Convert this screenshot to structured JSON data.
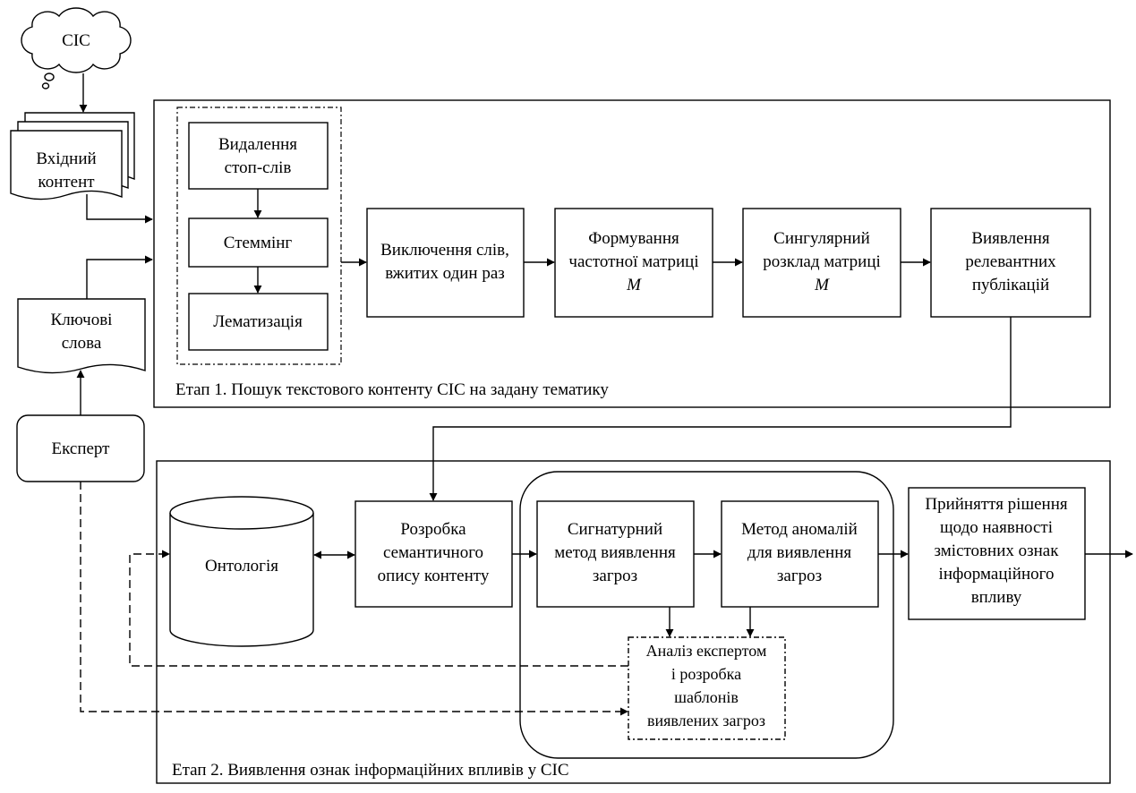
{
  "sis_cloud": "СІС",
  "input_content": [
    "Вхідний",
    "контент"
  ],
  "keywords": [
    "Ключові",
    "слова"
  ],
  "expert": "Експерт",
  "preprocessing": {
    "stopwords": [
      "Видалення",
      "стоп-слів"
    ],
    "stemming": "Стеммінг",
    "lemmatization": "Лематизація"
  },
  "stage1": {
    "exclude_words": [
      "Виключення слів,",
      "вжитих один раз"
    ],
    "freq_matrix": [
      "Формування",
      "частотної матриці",
      "M"
    ],
    "svd": [
      "Сингулярний",
      "розклад матриці",
      "M"
    ],
    "relevant": [
      "Виявлення",
      "релевантних",
      "публікацій"
    ],
    "label": "Етап 1. Пошук текстового контенту СІС на задану тематику"
  },
  "stage2": {
    "ontology": "Онтологія",
    "semantic": [
      "Розробка",
      "семантичного",
      "опису контенту"
    ],
    "signature": [
      "Сигнатурний",
      "метод виявлення",
      "загроз"
    ],
    "anomaly": [
      "Метод аномалій",
      "для виявлення",
      "загроз"
    ],
    "expert_analysis": [
      "Аналіз експертом",
      "і розробка",
      "шаблонів",
      "виявлених загроз"
    ],
    "decision": [
      "Прийняття рішення",
      "щодо наявності",
      "змістовних ознак",
      "інформаційного",
      "впливу"
    ],
    "label": "Етап 2. Виявлення ознак інформаційних впливів у СІС"
  }
}
